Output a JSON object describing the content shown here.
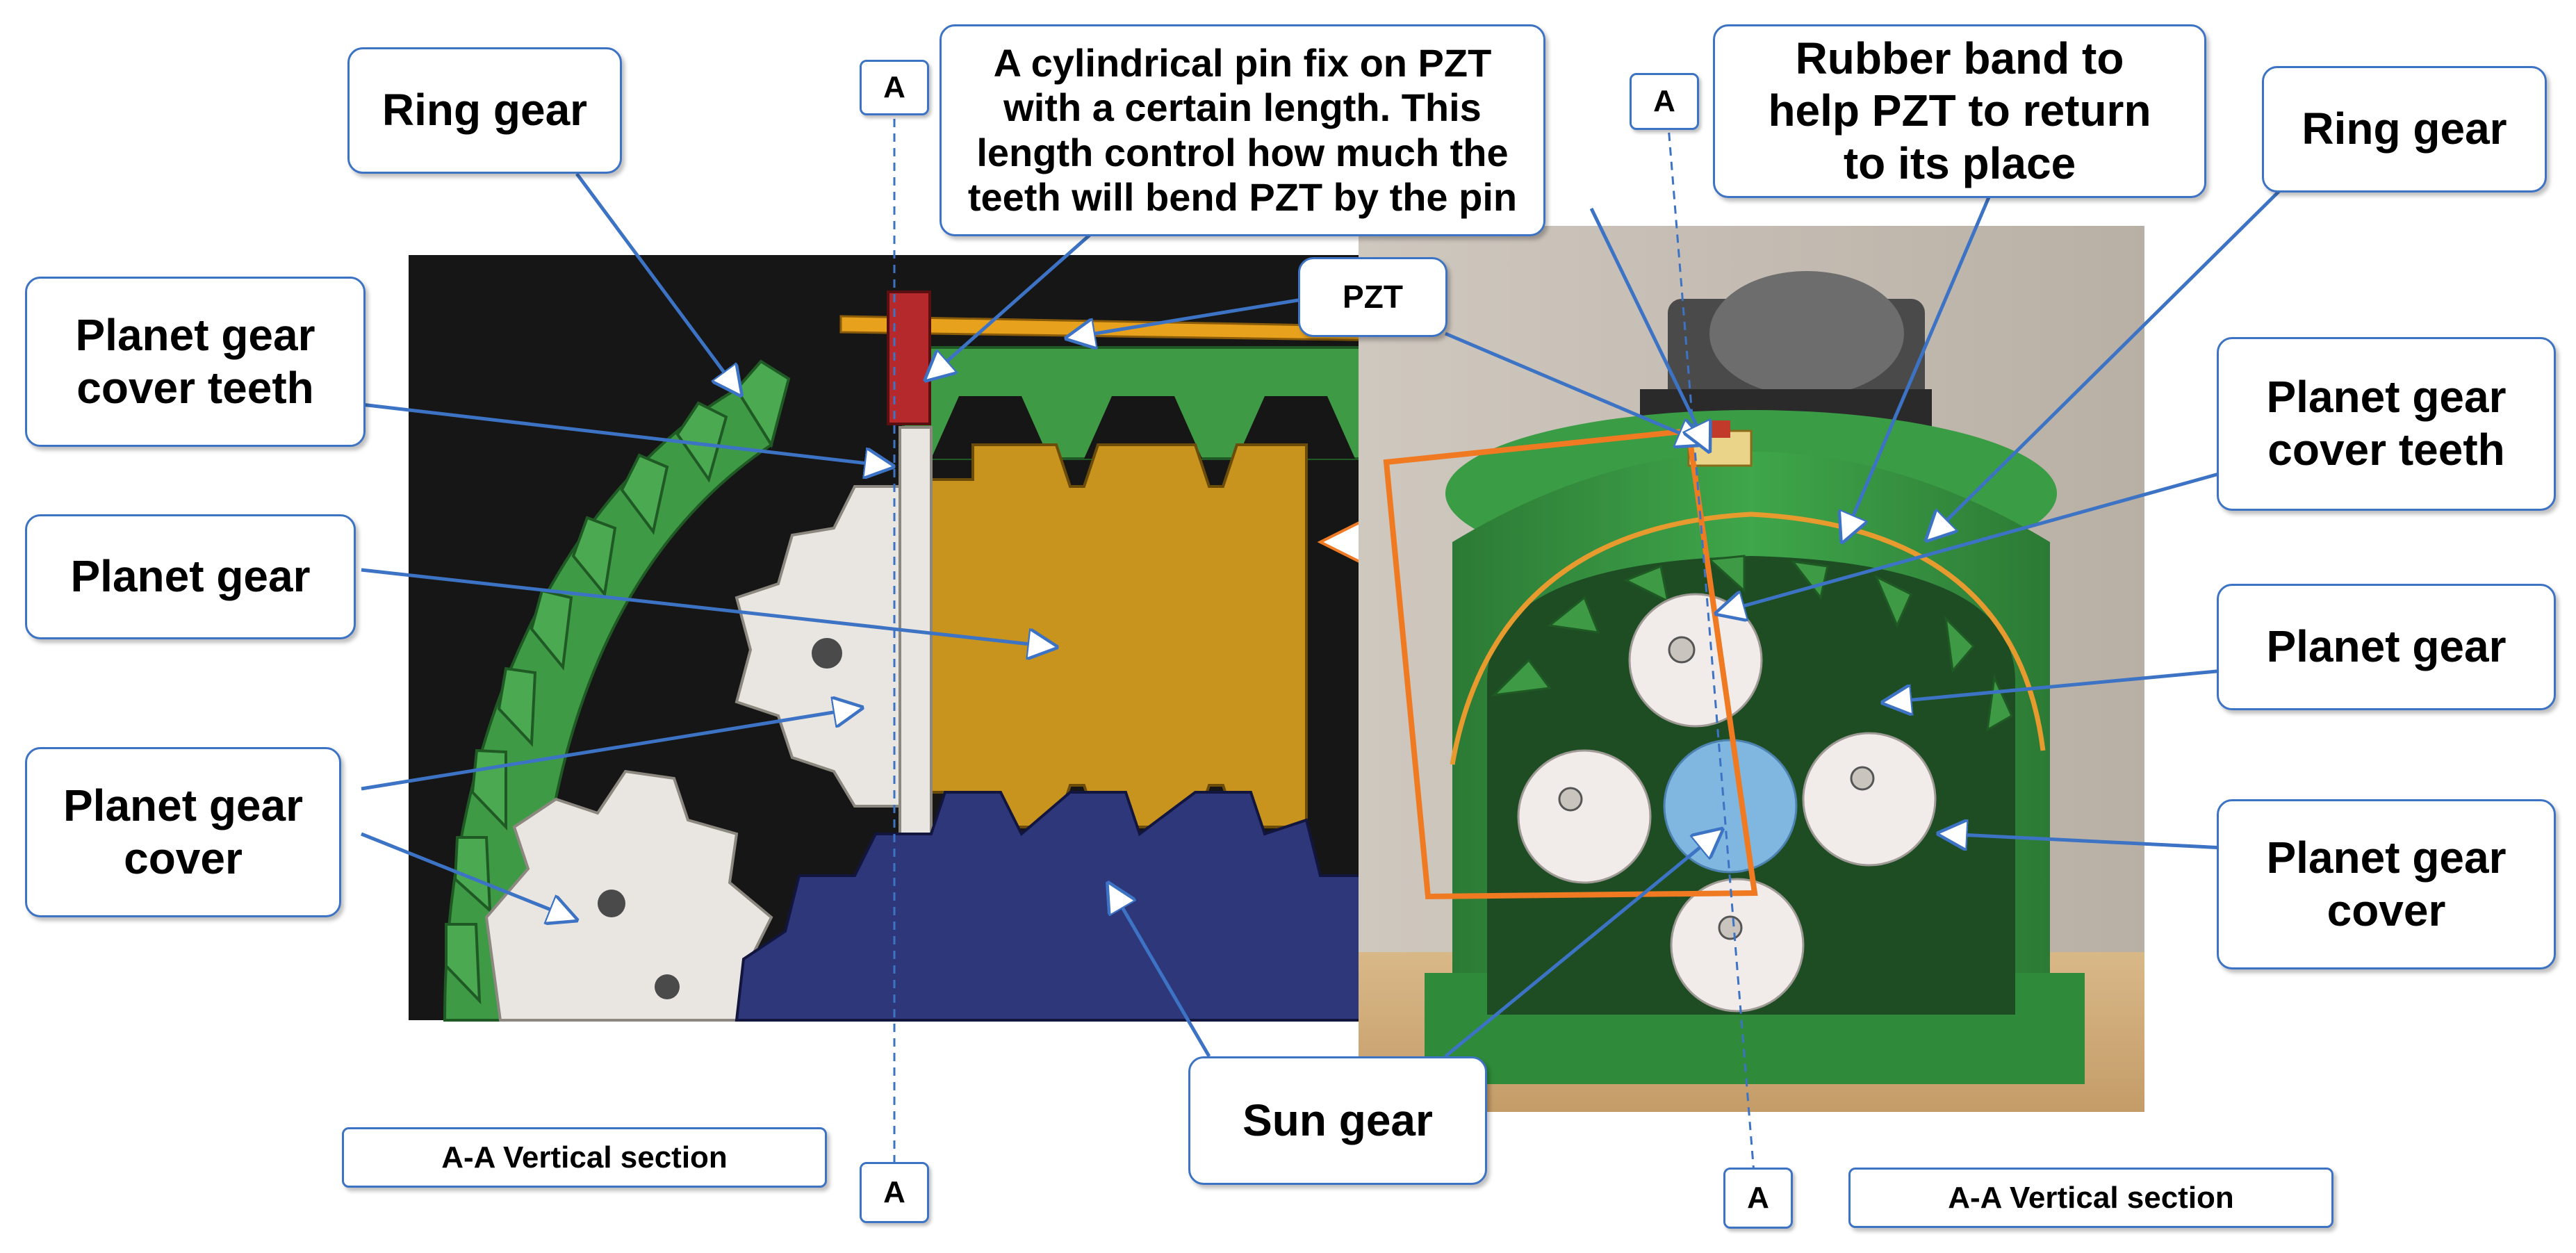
{
  "labels": {
    "ring_gear_left": "Ring gear",
    "ring_gear_right": "Ring gear",
    "planet_cover_teeth_left_1": "Planet gear",
    "planet_cover_teeth_left_2": "cover teeth",
    "planet_cover_teeth_right_1": "Planet gear",
    "planet_cover_teeth_right_2": "cover teeth",
    "planet_gear_left": "Planet gear",
    "planet_gear_right": "Planet gear",
    "planet_cover_left_1": "Planet gear",
    "planet_cover_left_2": "cover",
    "planet_cover_right_1": "Planet gear",
    "planet_cover_right_2": "cover",
    "pin_line1": "A cylindrical pin fix on PZT",
    "pin_line2": "with a certain length. This",
    "pin_line3": "length control how much the",
    "pin_line4": "teeth will bend PZT by the pin",
    "rubber_line1": "Rubber band to",
    "rubber_line2_a": "help ",
    "rubber_line2_b": "PZT",
    "rubber_line2_c": " to return",
    "rubber_line3": "to its place",
    "pzt": "PZT",
    "sun_gear": "Sun gear",
    "section_left": "A-A Vertical section",
    "section_right": "A-A Vertical section"
  },
  "markers": {
    "left_top": "A",
    "left_bottom": "A",
    "right_top": "A",
    "right_bottom": "A"
  },
  "colors": {
    "callout_border": "#3d73c4",
    "ring_gear_green": "#3f9a45",
    "pzt_orange": "#e8a11c",
    "planet_cover_ochre": "#c8941e",
    "sun_gear_navy": "#2e3779",
    "pin_red": "#b5282b",
    "planet_gear_white": "#e9e6e1",
    "section_box_orange": "#f07a22"
  }
}
